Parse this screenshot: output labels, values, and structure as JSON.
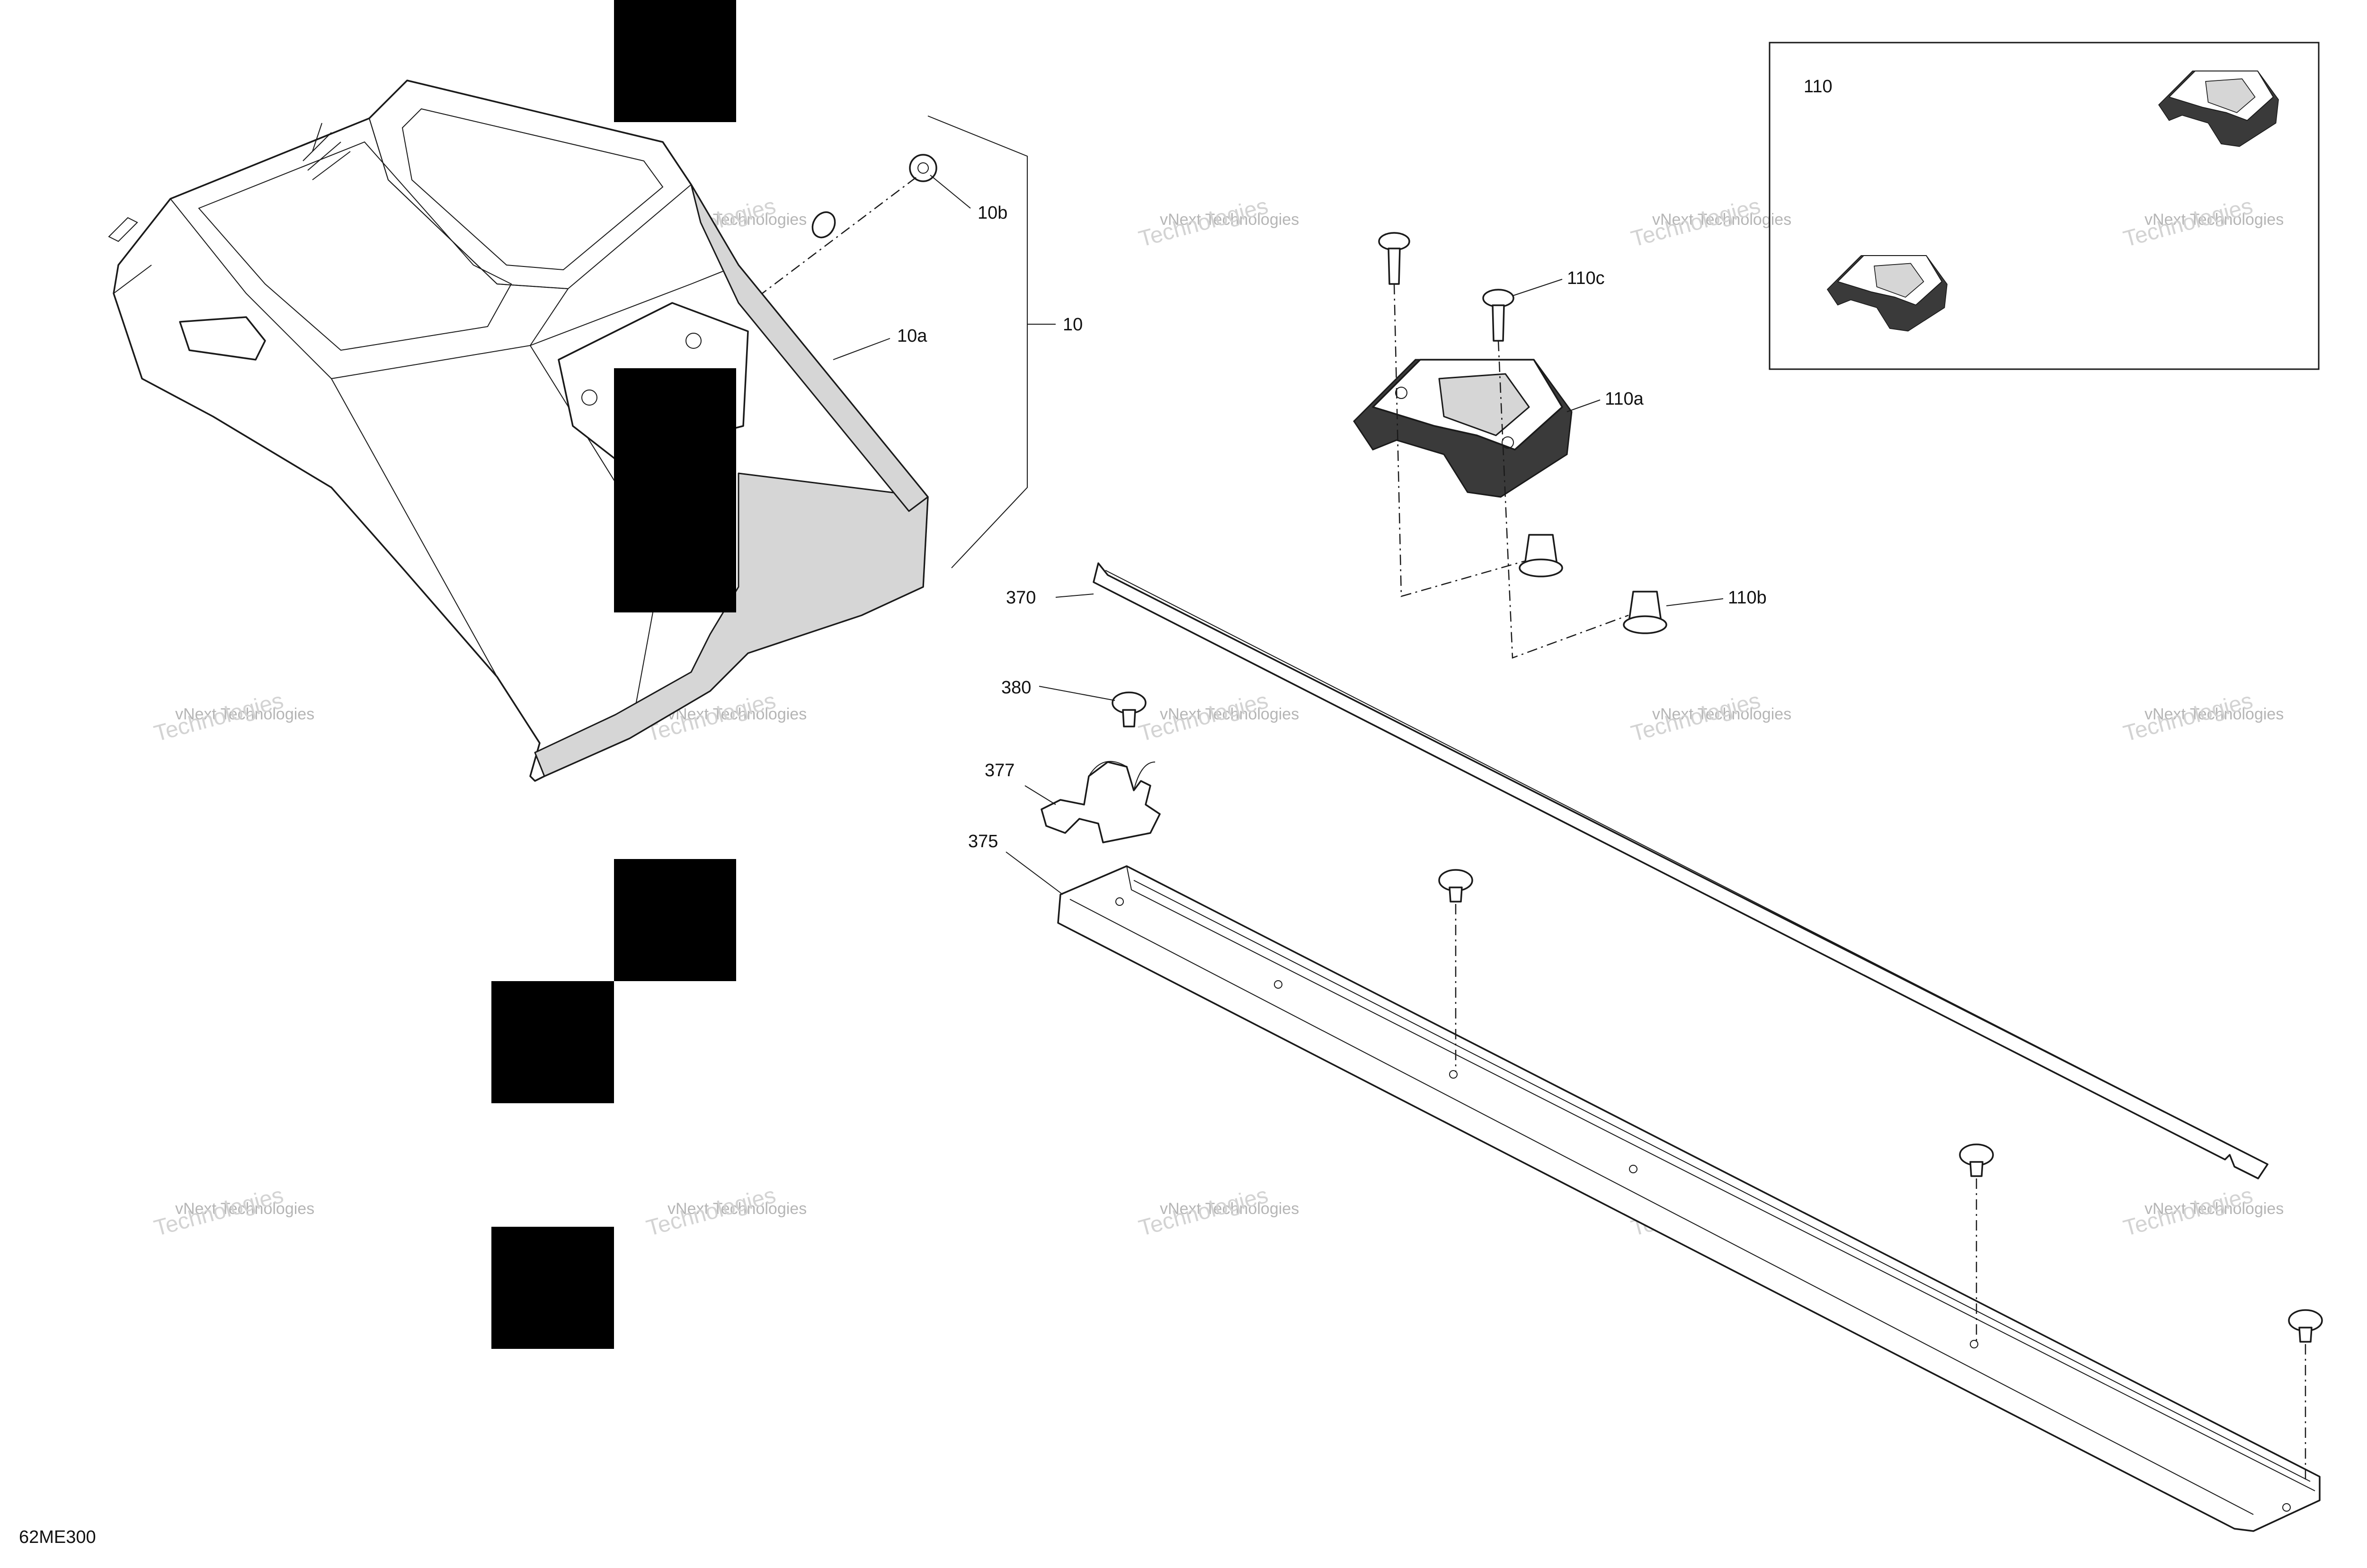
{
  "diagram": {
    "code": "62ME300",
    "callouts": {
      "c10": "10",
      "c10a": "10a",
      "c10b": "10b",
      "c110": "110",
      "c110a": "110a",
      "c110b": "110b",
      "c110c": "110c",
      "c370": "370",
      "c375": "375",
      "c377": "377",
      "c380": "380"
    },
    "watermark": {
      "line1": "vNext Technologies",
      "line2": "Technologies"
    }
  },
  "colors": {
    "ink": "#1a1a1a",
    "watermark": "#b5b5b5",
    "redaction": "#000000"
  }
}
